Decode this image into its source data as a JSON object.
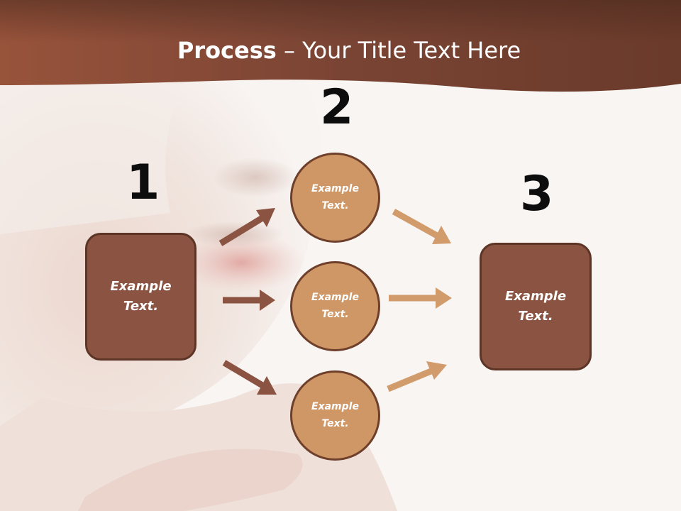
{
  "slide": {
    "title_bold": "Process",
    "title_rest": " – Your Title Text Here",
    "numbers": {
      "step1": "1",
      "step2": "2",
      "step3": "3"
    },
    "boxes": {
      "left": "Example\nText.",
      "right": "Example\nText."
    },
    "circles": {
      "top": "Example\nText.",
      "middle": "Example\nText.",
      "bottom": "Example\nText."
    }
  },
  "colors": {
    "header_band": "#7d4634",
    "box_fill": "#8b5341",
    "circle_fill": "#cf9766",
    "arrow_dark": "#8b5341",
    "arrow_light": "#d19b6b"
  }
}
